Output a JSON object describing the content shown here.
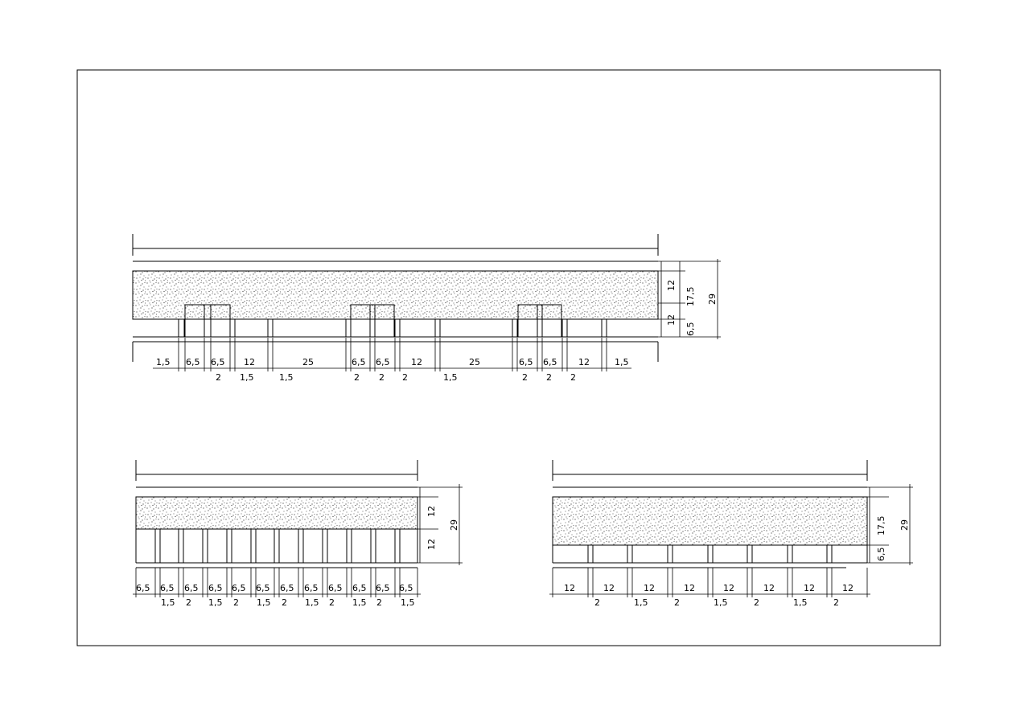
{
  "colors": {
    "line": "#000000",
    "paper": "#ffffff",
    "concrete_dots": "#333333"
  },
  "top_section": {
    "bottom_dims": [
      "1,5",
      "6,5",
      "6,5",
      "12",
      "25",
      "6,5",
      "6,5",
      "12",
      "25",
      "6,5",
      "6,5",
      "12",
      "1,5"
    ],
    "lower_dims": [
      "2",
      "1,5",
      "1,5",
      "2",
      "2",
      "2",
      "1,5",
      "2",
      "2",
      "2"
    ],
    "right_inner_dims": [
      "12",
      "12",
      "6,5"
    ],
    "right_mid_dim": "17,5",
    "right_outer_dim": "29"
  },
  "bottom_left_section": {
    "bottom_dims": [
      "6,5",
      "6,5",
      "6,5",
      "6,5",
      "6,5",
      "6,5",
      "6,5",
      "6,5",
      "6,5",
      "6,5",
      "6,5",
      "6,5"
    ],
    "lower_dims": [
      "1,5",
      "2",
      "1,5",
      "2",
      "1,5",
      "2",
      "1,5",
      "2",
      "1,5",
      "2",
      "1,5"
    ],
    "right_inner_dims": [
      "12",
      "12"
    ],
    "right_outer_dim": "29"
  },
  "bottom_right_section": {
    "bottom_dims": [
      "12",
      "12",
      "12",
      "12",
      "12",
      "12",
      "12",
      "12"
    ],
    "lower_dims": [
      "2",
      "1,5",
      "2",
      "1,5",
      "2",
      "1,5",
      "2"
    ],
    "right_inner_dims": [
      "17,5",
      "6,5"
    ],
    "right_outer_dim": "29"
  }
}
